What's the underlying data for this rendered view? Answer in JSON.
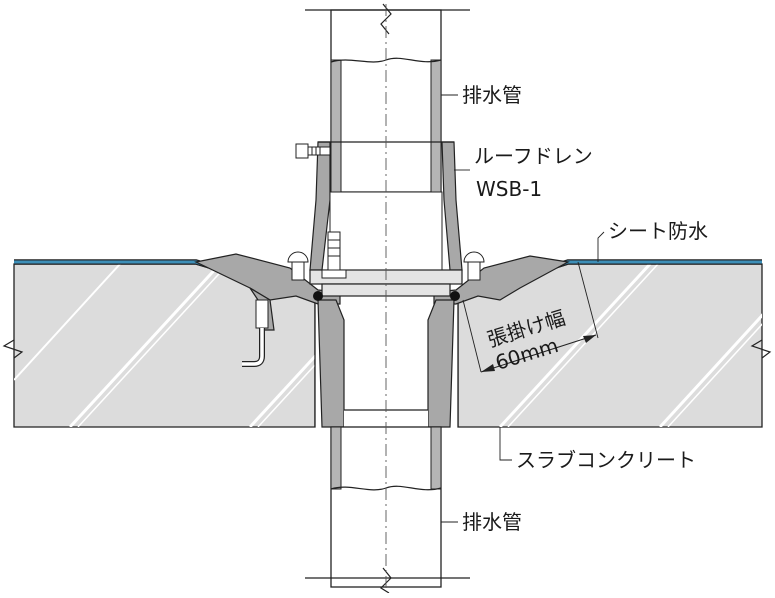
{
  "labels": {
    "drain_pipe_upper": "排水管",
    "roof_drain_line1": "ルーフドレン",
    "roof_drain_line2": "WSB-1",
    "sheet_waterproofing": "シート防水",
    "overlap_width_line1": "張掛け幅",
    "overlap_width_line2": "60mm",
    "slab_concrete": "スラブコンクリート",
    "drain_pipe_lower": "排水管"
  },
  "colors": {
    "line": "#222222",
    "concrete": "#dcdcdc",
    "hatch": "#ffffff",
    "metal": "#a8a8a8",
    "metal_light": "#e4e4e4",
    "pipe": "#ffffff",
    "sheet": "#3d8fb8",
    "seal": "#111111"
  }
}
